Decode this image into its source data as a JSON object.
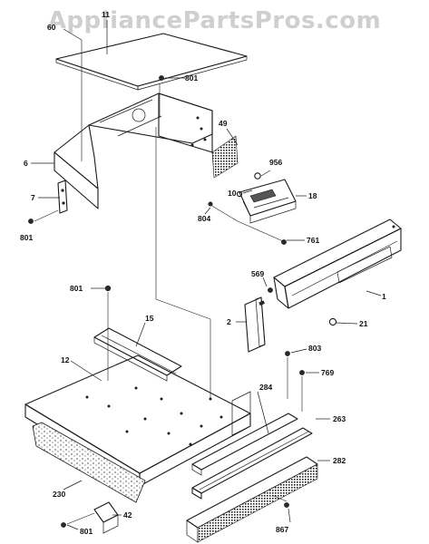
{
  "watermark": "AppliancePartsPros.com",
  "callouts": {
    "c11": "11",
    "c60": "60",
    "c801_top": "801",
    "c49": "49",
    "c6": "6",
    "c956": "956",
    "c10": "10",
    "c18": "18",
    "c7": "7",
    "c804": "804",
    "c761": "761",
    "c801_left": "801",
    "c801_mid": "801",
    "c569": "569",
    "c1": "1",
    "c2": "2",
    "c21": "21",
    "c15": "15",
    "c12": "12",
    "c803": "803",
    "c769": "769",
    "c284": "284",
    "c263": "263",
    "c282": "282",
    "c230": "230",
    "c42": "42",
    "c801_bottom": "801",
    "c867": "867"
  }
}
